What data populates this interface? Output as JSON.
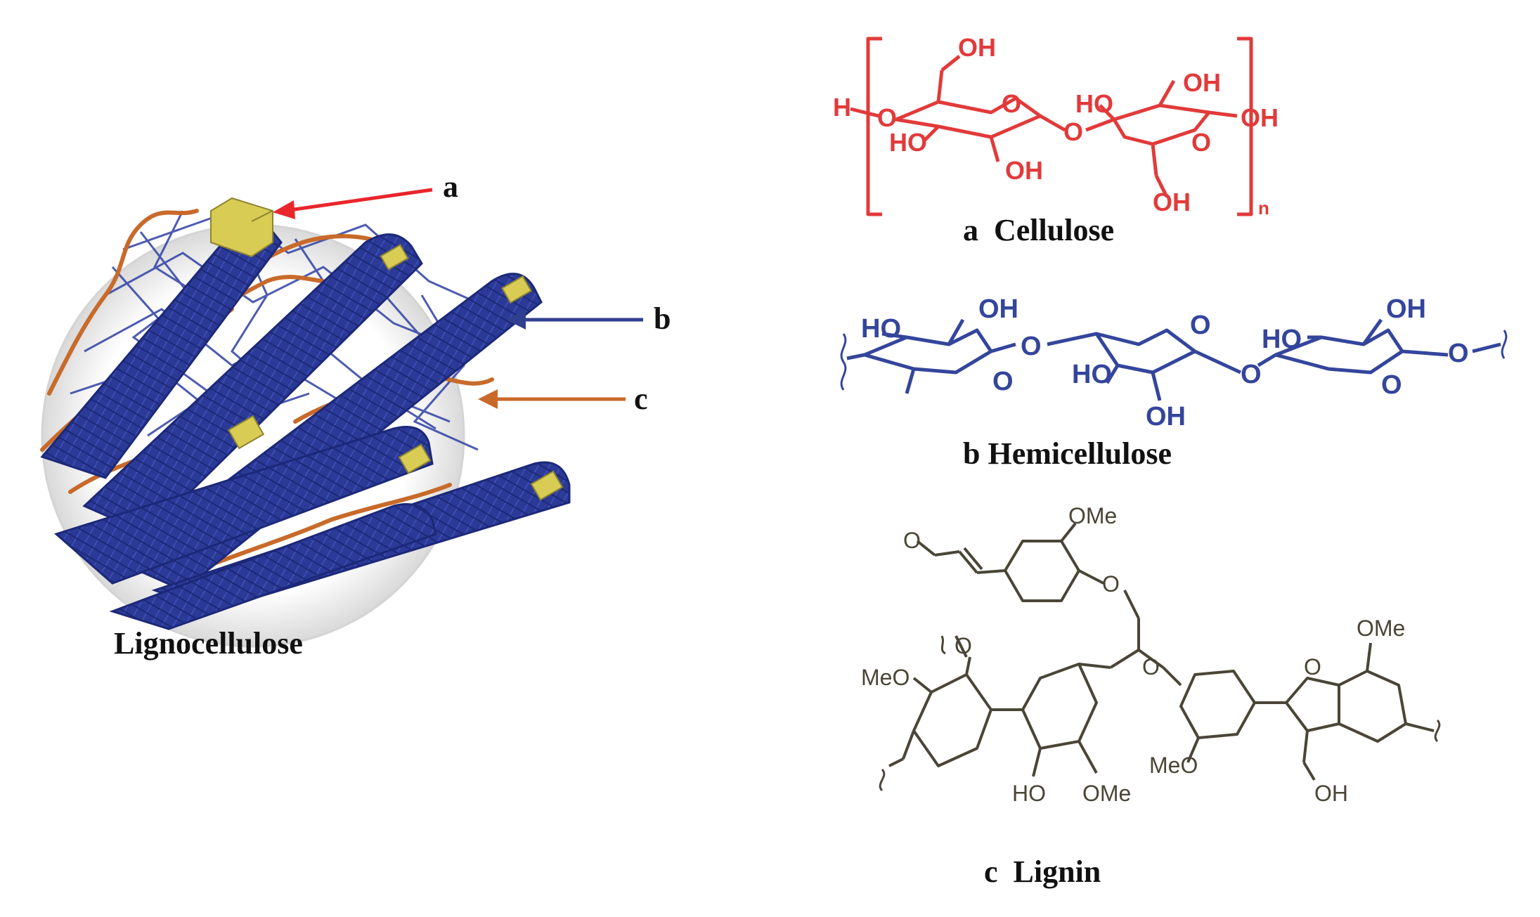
{
  "colors": {
    "cellulose": "#e23a3a",
    "hemicellulose": "#34459c",
    "lignin": "#4a4536",
    "callout_a": "#e8262b",
    "callout_b": "#2f3f8f",
    "callout_c": "#c8692a",
    "fibril_blue": "#2b3a96",
    "fibril_gold": "#d8cc55",
    "strand_orange": "#c86a2a"
  },
  "left_panel": {
    "caption": "Lignocellulose",
    "callouts": {
      "a": "a",
      "b": "b",
      "c": "c"
    }
  },
  "cellulose": {
    "caption_letter": "a",
    "caption_name": "Cellulose",
    "labels": {
      "h": "H",
      "o_link1": "O",
      "oh_top": "OH",
      "ho_left": "HO",
      "ring_o1": "O",
      "oh_bottom": "OH",
      "o_bridge": "O",
      "ho_right": "HO",
      "oh_top2": "OH",
      "ring_o2": "O",
      "oh_end": "OH",
      "oh_bottom2": "OH",
      "n": "n"
    }
  },
  "hemicellulose": {
    "caption_letter": "b",
    "caption_name": "Hemicellulose",
    "labels": {
      "ho1": "HO",
      "oh1": "OH",
      "o_ring1": "O",
      "o_link1": "O",
      "o_ring2": "O",
      "ho2": "HO",
      "oh2": "OH",
      "o_link2": "O",
      "ho3": "HO",
      "oh3": "OH",
      "o_ring3": "O",
      "o_end": "O"
    }
  },
  "lignin": {
    "caption_letter": "c",
    "caption_name": "Lignin",
    "labels": {
      "o_ald": "O",
      "ome1": "OMe",
      "o_ether1": "O",
      "meo1": "MeO",
      "o_ether2": "O",
      "o_ether3": "O",
      "o_furan": "O",
      "ome2": "OMe",
      "meo2": "MeO",
      "ho": "HO",
      "ome3": "OMe",
      "oh": "OH"
    }
  }
}
